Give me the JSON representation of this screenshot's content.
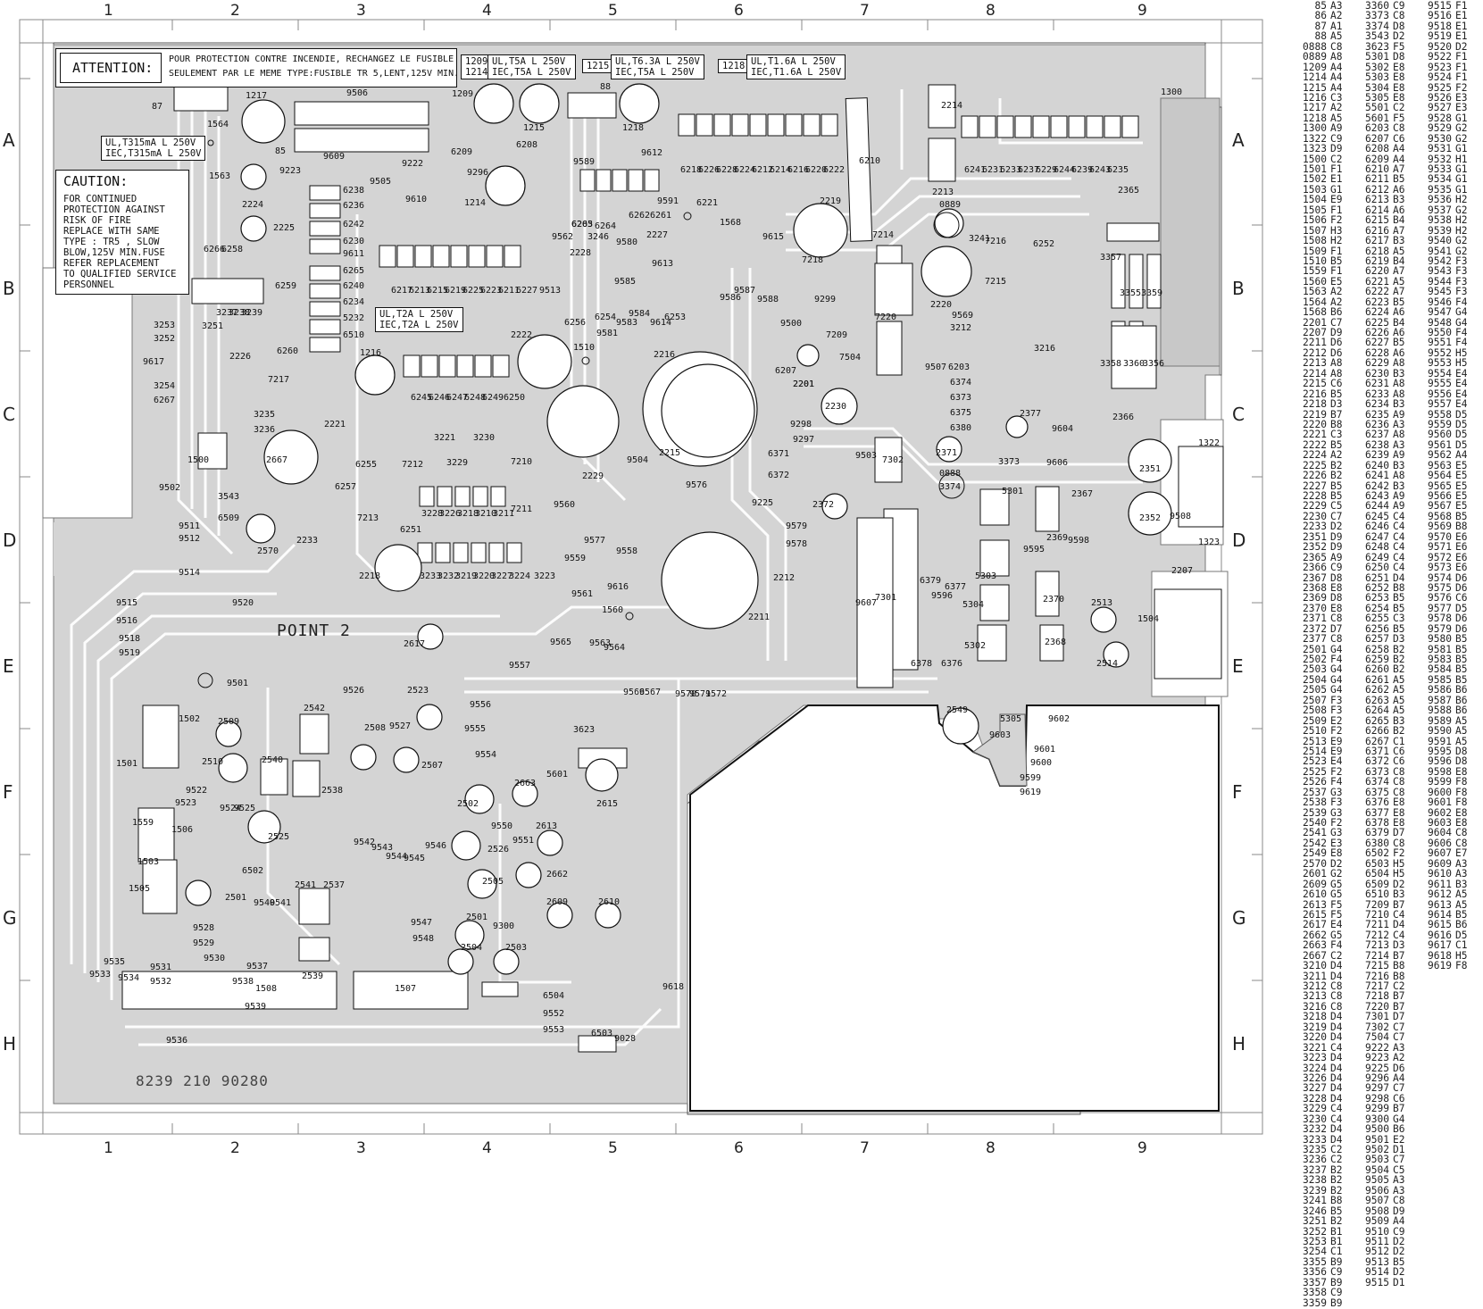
{
  "grid": {
    "columns": [
      "1",
      "2",
      "3",
      "4",
      "5",
      "6",
      "7",
      "8",
      "9"
    ],
    "rows": [
      "A",
      "B",
      "C",
      "D",
      "E",
      "F",
      "G",
      "H"
    ]
  },
  "notices": {
    "attention_title": "ATTENTION:",
    "attention_line1": "POUR PROTECTION CONTRE INCENDIE, RECHANGEZ LE FUSIBLE",
    "attention_line2": "SEULEMENT PAR LE MEME TYPE:FUSIBLE TR 5,LENT,125V MIN.",
    "caution_title": "CAUTION:",
    "caution_lines": [
      "FOR CONTINUED",
      "PROTECTION AGAINST",
      "RISK OF FIRE",
      "REPLACE WITH SAME",
      "TYPE : TR5 , SLOW",
      "BLOW,125V MIN.FUSE",
      "REFER REPLACEMENT",
      "TO QUALIFIED SERVICE",
      "PERSONNEL"
    ]
  },
  "fuse_labels": [
    {
      "ref": "1209\n1214",
      "rating": "UL,T5A L 250V\nIEC,T5A L 250V"
    },
    {
      "ref": "1215",
      "rating": "UL,T6.3A L 250V\nIEC,T5A L 250V"
    },
    {
      "ref": "1218",
      "rating": "UL,T1.6A L 250V\nIEC,T1.6A L 250V"
    },
    {
      "ref": "",
      "rating": "UL,T315mA L 250V\nIEC,T315mA L 250V"
    },
    {
      "ref": "",
      "rating": "UL,T2A L 250V\nIEC,T2A L 250V"
    }
  ],
  "board": {
    "point_label": "POINT 2",
    "part_number": "8239 210 90280"
  },
  "component_labels": {
    "1217": "1217",
    "1564": "1564",
    "1563": "1563",
    "9506": "9506",
    "1209": "1209",
    "1215": "1215",
    "1218": "1218",
    "1214": "1214",
    "88": "88",
    "87": "87",
    "85": "85",
    "9609": "9609",
    "9223": "9223",
    "9222": "9222",
    "9296": "9296",
    "9505": "9505",
    "9610": "9610",
    "6238": "6238",
    "6236": "6236",
    "6242": "6242",
    "6230": "6230",
    "9611": "9611",
    "6265": "6265",
    "6240": "6240",
    "6234": "6234",
    "5232": "5232",
    "6510": "6510",
    "2224": "2224",
    "2225": "2225",
    "6266": "6266",
    "6258": "6258",
    "6259": "6259",
    "3253": "3253",
    "3252": "3252",
    "9617": "9617",
    "3254": "3254",
    "6267": "6267",
    "2226": "2226",
    "6260": "6260",
    "1216": "1216",
    "2221": "2221",
    "3235": "3235",
    "3236": "3236",
    "1500": "1500",
    "2667": "2667",
    "6255": "6255",
    "6257": "6257",
    "9502": "9502",
    "3543": "3543",
    "6509": "6509",
    "2570": "2570",
    "2233": "2233",
    "2218": "2218",
    "9511": "9511",
    "9512": "9512",
    "9514": "9514",
    "9515": "9515",
    "9516": "9516",
    "9518": "9518",
    "9519": "9519",
    "9520": "9520",
    "6208": "6208",
    "6209": "6209",
    "9589": "9589",
    "9612": "9612",
    "6218": "6218",
    "6226": "6226",
    "6228": "6228",
    "6224": "6224",
    "6212": "6212",
    "6214": "6214",
    "6216": "6216",
    "6220": "6220",
    "6222": "6222",
    "6210": "6210",
    "2214": "2214",
    "2213": "2213",
    "1300": "1300",
    "6241": "6241",
    "6231": "6231",
    "6233": "6233",
    "6237": "6237",
    "6229": "6229",
    "6244": "6244",
    "6239": "6239",
    "6243": "6243",
    "6235": "6235",
    "2365": "2365",
    "2219": "2219",
    "0889": "0889",
    "7214": "7214",
    "7216": "7216",
    "6252": "6252",
    "7215": "7215",
    "2220": "2220",
    "3241": "3241",
    "3357": "3357",
    "3355": "3355",
    "3359": "3359",
    "6217": "6217",
    "6213": "6213",
    "6215": "6215",
    "6219": "6219",
    "6225": "6225",
    "6223": "6223",
    "6211": "6211",
    "6227": "6227",
    "2228": "2228",
    "2227": "2227",
    "1568": "1568",
    "9615": "9615",
    "6221": "6221",
    "9513": "9513",
    "2222": "2222",
    "1510": "1510",
    "2216": "2216",
    "6256": "6256",
    "6254": "6254",
    "7218": "7218",
    "7220": "7220",
    "9569": "9569",
    "3212": "3212",
    "9500": "9500",
    "7209": "7209",
    "7504": "7504",
    "2201": "2201",
    "6207": "6207",
    "9507": "9507",
    "6203": "6203",
    "3216": "3216",
    "3358": "3358",
    "3360": "3360",
    "3356": "3356",
    "6374": "6374",
    "6373": "6373",
    "6375": "6375",
    "6380": "6380",
    "2377": "2377",
    "2230": "2230",
    "9298": "9298",
    "9297": "9297",
    "6371": "6371",
    "6372": "6372",
    "9503": "9503",
    "7302": "7302",
    "2371": "2371",
    "0888": "0888",
    "3373": "3373",
    "3374": "3374",
    "9604": "9604",
    "9606": "9606",
    "2367": "2367",
    "5301": "5301",
    "2366": "2366",
    "2351": "2351",
    "2352": "2352",
    "1322": "1322",
    "1323": "1323",
    "9508": "9508",
    "2229": "2229",
    "2215": "2215",
    "9504": "9504",
    "9576": "9576",
    "9225": "9225",
    "2372": "2372",
    "6245": "6245",
    "6246": "6246",
    "6247": "6247",
    "6248": "6248",
    "6249": "6249",
    "6250": "6250",
    "3221": "3221",
    "3230": "3230",
    "3229": "3229",
    "7212": "7212",
    "7210": "7210",
    "6251": "6251",
    "7213": "7213",
    "3228": "3228",
    "3226": "3226",
    "3218": "3218",
    "3210": "3210",
    "3211": "3211",
    "7211": "7211",
    "9560": "9560",
    "3233": "3233",
    "3232": "3232",
    "3219": "3219",
    "3220": "3220",
    "3227": "3227",
    "3224": "3224",
    "3223": "3223",
    "9559": "9559",
    "9577": "9577",
    "9558": "9558",
    "9561": "9561",
    "9616": "9616",
    "1560": "1560",
    "2617": "2617",
    "9565": "9565",
    "9563": "9563",
    "9564": "9564",
    "9557": "9557",
    "9566": "9566",
    "9567": "9567",
    "9570": "9570",
    "9571": "9571",
    "9572": "9572",
    "2212": "2212",
    "2211": "2211",
    "9579": "9579",
    "9578": "9578",
    "2207": "2207",
    "2370": "2370",
    "2369": "2369",
    "5303": "5303",
    "9595": "9595",
    "7301": "7301",
    "9596": "9596",
    "6377": "6377",
    "6379": "6379",
    "5304": "5304",
    "9607": "9607",
    "6378": "6378",
    "6376": "6376",
    "5302": "5302",
    "2368": "2368",
    "2513": "2513",
    "2514": "2514",
    "1504": "1504",
    "9501": "9501",
    "9526": "9526",
    "2523": "2523",
    "9556": "9556",
    "9555": "9555",
    "9554": "9554",
    "2542": "2542",
    "2509": "2509",
    "2510": "2510",
    "2540": "2540",
    "2538": "2538",
    "2508": "2508",
    "9527": "9527",
    "2507": "2507",
    "1501": "1501",
    "1502": "1502",
    "9522": "9522",
    "9523": "9523",
    "9524": "9524",
    "9525": "9525",
    "2525": "2525",
    "6502": "6502",
    "1559": "1559",
    "1506": "1506",
    "1505": "1505",
    "1503": "1503",
    "2501_": "2501",
    "2541": "2541",
    "2537": "2537",
    "9540": "9540",
    "9541": "9541",
    "9528": "9528",
    "9529": "9529",
    "9530": "9530",
    "9531": "9531",
    "9532": "9532",
    "9537": "9537",
    "9538": "9538",
    "9533": "9533",
    "9534": "9534",
    "9535": "9535",
    "2539": "2539",
    "9542": "9542",
    "9543": "9543",
    "9544": "9544",
    "9545": "9545",
    "9546": "9546",
    "9547": "9547",
    "9548": "9548",
    "2502": "2502",
    "2526": "2526",
    "9550": "9550",
    "9551": "9551",
    "2505": "2505",
    "2501": "2501",
    "2504": "2504",
    "2503": "2503",
    "9300": "9300",
    "2663": "2663",
    "2613": "2613",
    "2662": "2662",
    "2609": "2609",
    "2610": "2610",
    "3623": "3623",
    "5601": "5601",
    "2615": "2615",
    "2549": "2549",
    "5305": "5305",
    "9602": "9602",
    "9603": "9603",
    "9601": "9601",
    "9600": "9600",
    "9599": "9599",
    "9619": "9619",
    "1508": "1508",
    "1507": "1507",
    "9536": "9536",
    "9539": "9539",
    "6504": "6504",
    "9552": "9552",
    "9553": "9553",
    "6503": "6503",
    "9618": "9618",
    "9028": "9028",
    "9562": "9562",
    "9586": "9586",
    "9587": "9587",
    "9588": "9588",
    "9580": "9580",
    "9591": "9591",
    "9581": "9581",
    "9583": "9583",
    "9584": "9584",
    "9614": "9614",
    "6253": "6253",
    "9299": "9299",
    "3246": "3246",
    "6264": "6264",
    "6262": "6262",
    "6261": "6261",
    "6263": "6263",
    "6205": "6205",
    "9614b": "9613",
    "9585": "9585",
    "3237": "3237",
    "3238": "3238",
    "3239": "3239",
    "3251": "3251",
    "9598": "9598",
    "7217": "7217",
    "2201b": "2201"
  },
  "reference_table": [
    [
      "85",
      "A3",
      "3360",
      "C9",
      "9515",
      "F1"
    ],
    [
      "86",
      "A2",
      "3373",
      "C8",
      "9516",
      "E1"
    ],
    [
      "87",
      "A1",
      "3374",
      "D8",
      "9518",
      "E1"
    ],
    [
      "88",
      "A5",
      "3543",
      "D2",
      "9519",
      "E1"
    ],
    [
      "0888",
      "C8",
      "3623",
      "F5",
      "9520",
      "D2"
    ],
    [
      "0889",
      "A8",
      "5301",
      "D8",
      "9522",
      "F1"
    ],
    [
      "1209",
      "A4",
      "5302",
      "E8",
      "9523",
      "F1"
    ],
    [
      "1214",
      "A4",
      "5303",
      "E8",
      "9524",
      "F1"
    ],
    [
      "1215",
      "A4",
      "5304",
      "E8",
      "9525",
      "F2"
    ],
    [
      "1216",
      "C3",
      "5305",
      "E8",
      "9526",
      "E3"
    ],
    [
      "1217",
      "A2",
      "5501",
      "C2",
      "9527",
      "E3"
    ],
    [
      "1218",
      "A5",
      "5601",
      "F5",
      "9528",
      "G1"
    ],
    [
      "1300",
      "A9",
      "6203",
      "C8",
      "9529",
      "G2"
    ],
    [
      "1322",
      "C9",
      "6207",
      "C6",
      "9530",
      "G2"
    ],
    [
      "1323",
      "D9",
      "6208",
      "A4",
      "9531",
      "G1"
    ],
    [
      "1500",
      "C2",
      "6209",
      "A4",
      "9532",
      "H1"
    ],
    [
      "1501",
      "F1",
      "6210",
      "A7",
      "9533",
      "G1"
    ],
    [
      "1502",
      "E1",
      "6211",
      "B5",
      "9534",
      "G1"
    ],
    [
      "1503",
      "G1",
      "6212",
      "A6",
      "9535",
      "G1"
    ],
    [
      "1504",
      "E9",
      "6213",
      "B3",
      "9536",
      "H2"
    ],
    [
      "1505",
      "F1",
      "6214",
      "A6",
      "9537",
      "G2"
    ],
    [
      "1506",
      "F2",
      "6215",
      "B4",
      "9538",
      "H2"
    ],
    [
      "1507",
      "H3",
      "6216",
      "A7",
      "9539",
      "H2"
    ],
    [
      "1508",
      "H2",
      "6217",
      "B3",
      "9540",
      "G2"
    ],
    [
      "1509",
      "F1",
      "6218",
      "A5",
      "9541",
      "G2"
    ],
    [
      "1510",
      "B5",
      "6219",
      "B4",
      "9542",
      "F3"
    ],
    [
      "1559",
      "F1",
      "6220",
      "A7",
      "9543",
      "F3"
    ],
    [
      "1560",
      "E5",
      "6221",
      "A5",
      "9544",
      "F3"
    ],
    [
      "1563",
      "A2",
      "6222",
      "A7",
      "9545",
      "F3"
    ],
    [
      "1564",
      "A2",
      "6223",
      "B5",
      "9546",
      "F4"
    ],
    [
      "1568",
      "B6",
      "6224",
      "A6",
      "9547",
      "G4"
    ],
    [
      "2201",
      "C7",
      "6225",
      "B4",
      "9548",
      "G4"
    ],
    [
      "2207",
      "D9",
      "6226",
      "A6",
      "9550",
      "F4"
    ],
    [
      "2211",
      "D6",
      "6227",
      "B5",
      "9551",
      "F4"
    ],
    [
      "2212",
      "D6",
      "6228",
      "A6",
      "9552",
      "H5"
    ],
    [
      "2213",
      "A8",
      "6229",
      "A8",
      "9553",
      "H5"
    ],
    [
      "2214",
      "A8",
      "6230",
      "B3",
      "9554",
      "E4"
    ],
    [
      "2215",
      "C6",
      "6231",
      "A8",
      "9555",
      "E4"
    ],
    [
      "2216",
      "B5",
      "6233",
      "A8",
      "9556",
      "E4"
    ],
    [
      "2218",
      "D3",
      "6234",
      "B3",
      "9557",
      "E4"
    ],
    [
      "2219",
      "B7",
      "6235",
      "A9",
      "9558",
      "D5"
    ],
    [
      "2220",
      "B8",
      "6236",
      "A3",
      "9559",
      "D5"
    ],
    [
      "2221",
      "C3",
      "6237",
      "A8",
      "9560",
      "D5"
    ],
    [
      "2222",
      "B5",
      "6238",
      "A3",
      "9561",
      "D5"
    ],
    [
      "2224",
      "A2",
      "6239",
      "A9",
      "9562",
      "A4"
    ],
    [
      "2225",
      "B2",
      "6240",
      "B3",
      "9563",
      "E5"
    ],
    [
      "2226",
      "B2",
      "6241",
      "A8",
      "9564",
      "E5"
    ],
    [
      "2227",
      "B5",
      "6242",
      "B3",
      "9565",
      "E5"
    ],
    [
      "2228",
      "B5",
      "6243",
      "A9",
      "9566",
      "E5"
    ],
    [
      "2229",
      "C5",
      "6244",
      "A9",
      "9567",
      "E5"
    ],
    [
      "2230",
      "C7",
      "6245",
      "C4",
      "9568",
      "B5"
    ],
    [
      "2233",
      "D2",
      "6246",
      "C4",
      "9569",
      "B8"
    ],
    [
      "2351",
      "D9",
      "6247",
      "C4",
      "9570",
      "E6"
    ],
    [
      "2352",
      "D9",
      "6248",
      "C4",
      "9571",
      "E6"
    ],
    [
      "2365",
      "A9",
      "6249",
      "C4",
      "9572",
      "E6"
    ],
    [
      "2366",
      "C9",
      "6250",
      "C4",
      "9573",
      "E6"
    ],
    [
      "2367",
      "D8",
      "6251",
      "D4",
      "9574",
      "D6"
    ],
    [
      "2368",
      "E8",
      "6252",
      "B8",
      "9575",
      "D6"
    ],
    [
      "2369",
      "D8",
      "6253",
      "B5",
      "9576",
      "C6"
    ],
    [
      "2370",
      "E8",
      "6254",
      "B5",
      "9577",
      "D5"
    ],
    [
      "2371",
      "C8",
      "6255",
      "C3",
      "9578",
      "D6"
    ],
    [
      "2372",
      "D7",
      "6256",
      "B5",
      "9579",
      "D6"
    ],
    [
      "2377",
      "C8",
      "6257",
      "D3",
      "9580",
      "B5"
    ],
    [
      "2501",
      "G4",
      "6258",
      "B2",
      "9581",
      "B5"
    ],
    [
      "2502",
      "F4",
      "6259",
      "B2",
      "9583",
      "B5"
    ],
    [
      "2503",
      "G4",
      "6260",
      "B2",
      "9584",
      "B5"
    ],
    [
      "2504",
      "G4",
      "6261",
      "A5",
      "9585",
      "B5"
    ],
    [
      "2505",
      "G4",
      "6262",
      "A5",
      "9586",
      "B6"
    ],
    [
      "2507",
      "F3",
      "6263",
      "A5",
      "9587",
      "B6"
    ],
    [
      "2508",
      "F3",
      "6264",
      "A5",
      "9588",
      "B6"
    ],
    [
      "2509",
      "E2",
      "6265",
      "B3",
      "9589",
      "A5"
    ],
    [
      "2510",
      "F2",
      "6266",
      "B2",
      "9590",
      "A5"
    ],
    [
      "2513",
      "E9",
      "6267",
      "C1",
      "9591",
      "A5"
    ],
    [
      "2514",
      "E9",
      "6371",
      "C6",
      "9595",
      "D8"
    ],
    [
      "2523",
      "E4",
      "6372",
      "C6",
      "9596",
      "D8"
    ],
    [
      "2525",
      "F2",
      "6373",
      "C8",
      "9598",
      "E8"
    ],
    [
      "2526",
      "F4",
      "6374",
      "C8",
      "9599",
      "F8"
    ],
    [
      "2537",
      "G3",
      "6375",
      "C8",
      "9600",
      "F8"
    ],
    [
      "2538",
      "F3",
      "6376",
      "E8",
      "9601",
      "F8"
    ],
    [
      "2539",
      "G3",
      "6377",
      "E8",
      "9602",
      "E8"
    ],
    [
      "2540",
      "F2",
      "6378",
      "E8",
      "9603",
      "E8"
    ],
    [
      "2541",
      "G3",
      "6379",
      "D7",
      "9604",
      "C8"
    ],
    [
      "2542",
      "E3",
      "6380",
      "C8",
      "9606",
      "C8"
    ],
    [
      "2549",
      "E8",
      "6502",
      "F2",
      "9607",
      "E7"
    ],
    [
      "2570",
      "D2",
      "6503",
      "H5",
      "9609",
      "A3"
    ],
    [
      "2601",
      "G2",
      "6504",
      "H5",
      "9610",
      "A3"
    ],
    [
      "2609",
      "G5",
      "6509",
      "D2",
      "9611",
      "B3"
    ],
    [
      "2610",
      "G5",
      "6510",
      "B3",
      "9612",
      "A5"
    ],
    [
      "2613",
      "F5",
      "7209",
      "B7",
      "9613",
      "A5"
    ],
    [
      "2615",
      "F5",
      "7210",
      "C4",
      "9614",
      "B5"
    ],
    [
      "2617",
      "E4",
      "7211",
      "D4",
      "9615",
      "B6"
    ],
    [
      "2662",
      "G5",
      "7212",
      "C4",
      "9616",
      "D5"
    ],
    [
      "2663",
      "F4",
      "7213",
      "D3",
      "9617",
      "C1"
    ],
    [
      "2667",
      "C2",
      "7214",
      "B7",
      "9618",
      "H5"
    ],
    [
      "3210",
      "D4",
      "7215",
      "B8",
      "9619",
      "F8"
    ],
    [
      "3211",
      "D4",
      "7216",
      "B8",
      "",
      ""
    ],
    [
      "3212",
      "C8",
      "7217",
      "C2",
      "",
      ""
    ],
    [
      "3213",
      "C8",
      "7218",
      "B7",
      "",
      ""
    ],
    [
      "3216",
      "C8",
      "7220",
      "B7",
      "",
      ""
    ],
    [
      "3218",
      "D4",
      "7301",
      "D7",
      "",
      ""
    ],
    [
      "3219",
      "D4",
      "7302",
      "C7",
      "",
      ""
    ],
    [
      "3220",
      "D4",
      "7504",
      "C7",
      "",
      ""
    ],
    [
      "3221",
      "C4",
      "9222",
      "A3",
      "",
      ""
    ],
    [
      "3223",
      "D4",
      "9223",
      "A2",
      "",
      ""
    ],
    [
      "3224",
      "D4",
      "9225",
      "D6",
      "",
      ""
    ],
    [
      "3226",
      "D4",
      "9296",
      "A4",
      "",
      ""
    ],
    [
      "3227",
      "D4",
      "9297",
      "C7",
      "",
      ""
    ],
    [
      "3228",
      "D4",
      "9298",
      "C6",
      "",
      ""
    ],
    [
      "3229",
      "C4",
      "9299",
      "B7",
      "",
      ""
    ],
    [
      "3230",
      "C4",
      "9300",
      "G4",
      "",
      ""
    ],
    [
      "3232",
      "D4",
      "9500",
      "B6",
      "",
      ""
    ],
    [
      "3233",
      "D4",
      "9501",
      "E2",
      "",
      ""
    ],
    [
      "3235",
      "C2",
      "9502",
      "D1",
      "",
      ""
    ],
    [
      "3236",
      "C2",
      "9503",
      "C7",
      "",
      ""
    ],
    [
      "3237",
      "B2",
      "9504",
      "C5",
      "",
      ""
    ],
    [
      "3238",
      "B2",
      "9505",
      "A3",
      "",
      ""
    ],
    [
      "3239",
      "B2",
      "9506",
      "A3",
      "",
      ""
    ],
    [
      "3241",
      "B8",
      "9507",
      "C8",
      "",
      ""
    ],
    [
      "3246",
      "B5",
      "9508",
      "D9",
      "",
      ""
    ],
    [
      "3251",
      "B2",
      "9509",
      "A4",
      "",
      ""
    ],
    [
      "3252",
      "B1",
      "9510",
      "C9",
      "",
      ""
    ],
    [
      "3253",
      "B1",
      "9511",
      "D2",
      "",
      ""
    ],
    [
      "3254",
      "C1",
      "9512",
      "D2",
      "",
      ""
    ],
    [
      "3355",
      "B9",
      "9513",
      "B5",
      "",
      ""
    ],
    [
      "3356",
      "C9",
      "9514",
      "D2",
      "",
      ""
    ],
    [
      "3357",
      "B9",
      "9515",
      "D1",
      "",
      ""
    ],
    [
      "3358",
      "C9",
      "",
      "",
      "",
      ""
    ],
    [
      "3359",
      "B9",
      "",
      "",
      "",
      ""
    ]
  ]
}
